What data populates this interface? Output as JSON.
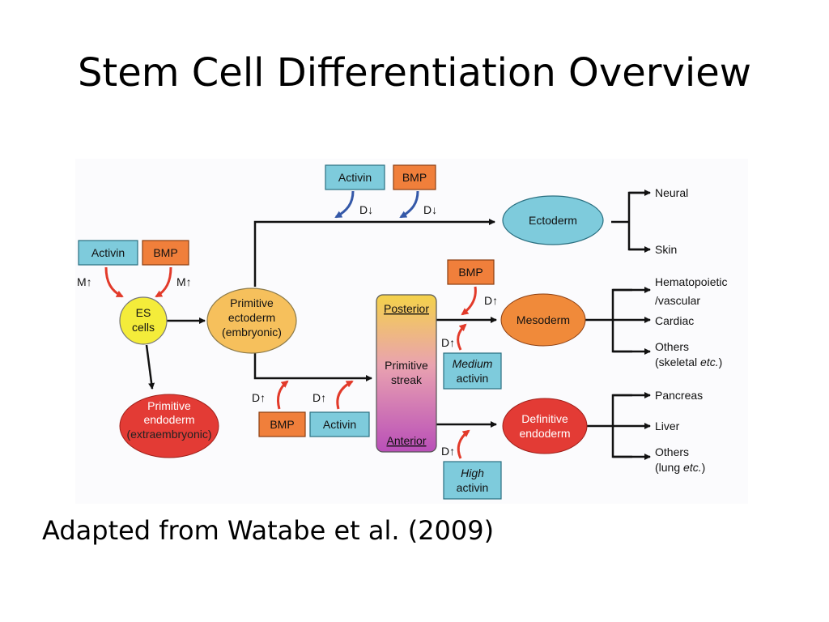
{
  "title": "Stem Cell Differentiation Overview",
  "caption": "Adapted from Watabe et al. (2009)",
  "colors": {
    "signal_box": "#7ecbdc",
    "bmp_box": "#f07f3b",
    "es_cells": "#f4ec3a",
    "primitive_ectoderm": "#f6c05c",
    "ectoderm": "#7ecbdc",
    "mesoderm": "#f08a3a",
    "endoderm": "#e33b35",
    "curve_red": "#e23a2a",
    "curve_blue": "#3458a8"
  },
  "diagram": {
    "signals": {
      "top_activin": "Activin",
      "top_bmp": "BMP",
      "top_activin_effect": "D↓",
      "top_bmp_effect": "D↓",
      "left_activin": "Activin",
      "left_bmp": "BMP",
      "left_activin_effect": "M↑",
      "left_bmp_effect": "M↑",
      "bottom_bmp": "BMP",
      "bottom_activin": "Activin",
      "bottom_bmp_effect": "D↑",
      "bottom_activin_effect": "D↑",
      "meso_bmp": "BMP",
      "meso_bmp_effect": "D↑",
      "medium_activin_effect": "D↑",
      "medium_activin_line1": "Medium",
      "medium_activin_line2": "activin",
      "high_activin_effect": "D↑",
      "high_activin_line1": "High",
      "high_activin_line2": "activin"
    },
    "nodes": {
      "es_cells_line1": "ES",
      "es_cells_line2": "cells",
      "primitive_ectoderm_line1": "Primitive",
      "primitive_ectoderm_line2": "ectoderm",
      "primitive_ectoderm_line3": "(embryonic)",
      "primitive_endoderm_line1": "Primitive",
      "primitive_endoderm_line2": "endoderm",
      "primitive_endoderm_line3": "(extraembryonic)",
      "streak_posterior": "Posterior",
      "streak_line1": "Primitive",
      "streak_line2": "streak",
      "streak_anterior": "Anterior",
      "ectoderm": "Ectoderm",
      "mesoderm": "Mesoderm",
      "definitive_endoderm_line1": "Definitive",
      "definitive_endoderm_line2": "endoderm"
    },
    "outputs": {
      "neural": "Neural",
      "skin": "Skin",
      "hematopoietic_line1": "Hematopoietic",
      "hematopoietic_line2": "/vascular",
      "cardiac": "Cardiac",
      "others_meso_line1": "Others",
      "others_meso_line2_prefix": "(skeletal ",
      "others_meso_line2_em": "etc.",
      "others_meso_line2_suffix": ")",
      "pancreas": "Pancreas",
      "liver": "Liver",
      "others_endo_line1": "Others",
      "others_endo_line2_prefix": "(lung ",
      "others_endo_line2_em": "etc.",
      "others_endo_line2_suffix": ")"
    }
  }
}
